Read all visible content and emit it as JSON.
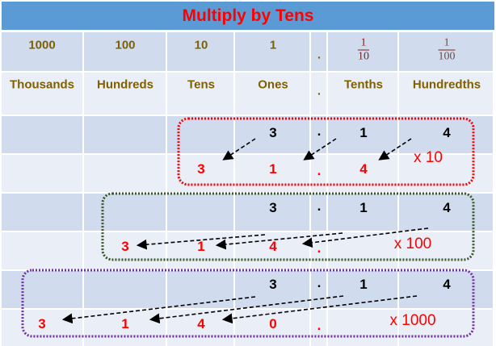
{
  "title": "Multiply by Tens",
  "values": [
    "1000",
    "100",
    "10",
    "1",
    ".",
    "",
    ""
  ],
  "fractions": [
    {
      "num": "1",
      "den": "10"
    },
    {
      "num": "1",
      "den": "100"
    }
  ],
  "names": [
    "Thousands",
    "Hundreds",
    "Tens",
    "Ones",
    ".",
    "Tenths",
    "Hundredths"
  ],
  "original": {
    "d1": "3",
    "dot": ".",
    "d2": "1",
    "d3": "4"
  },
  "examples": [
    {
      "multiplier": "x 10",
      "result": [
        "3",
        "1",
        ".",
        "4"
      ]
    },
    {
      "multiplier": "x 100",
      "result": [
        "3",
        "1",
        "4",
        "."
      ]
    },
    {
      "multiplier": "x 1000",
      "result": [
        "3",
        "1",
        "4",
        "0",
        "."
      ]
    }
  ],
  "colors": {
    "header": "#5b9bd5",
    "box1": "#ff0000",
    "box2": "#375623",
    "box3": "#7030a0"
  }
}
